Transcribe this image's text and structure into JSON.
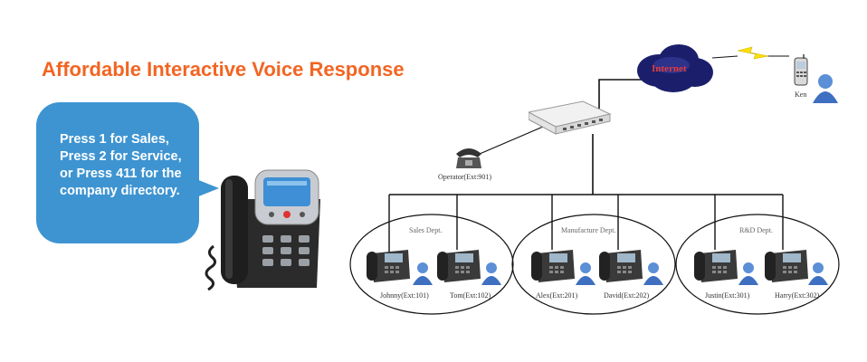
{
  "headline": "Affordable Interactive Voice Response",
  "bubble": {
    "lines": [
      "Press 1 for Sales,",
      "Press 2 for Service,",
      "or Press 411 for the",
      "company directory."
    ]
  },
  "network": {
    "cloud_label": "Internet",
    "remote_user": "Ken",
    "operator": "Operator(Ext:901)",
    "departments": [
      {
        "name": "Sales Dept.",
        "users": [
          "Johnny(Ext:101)",
          "Tom(Ext:102)"
        ]
      },
      {
        "name": "Manufacture Dept.",
        "users": [
          "Alex(Ext:201)",
          "David(Ext:202)"
        ]
      },
      {
        "name": "R&D Dept.",
        "users": [
          "Justin(Ext:301)",
          "Harry(Ext:302)"
        ]
      }
    ]
  },
  "colors": {
    "headline": "#f26522",
    "bubble": "#3e94d1",
    "lightning": "#ffe000",
    "cloud": "#1b1f6b"
  }
}
